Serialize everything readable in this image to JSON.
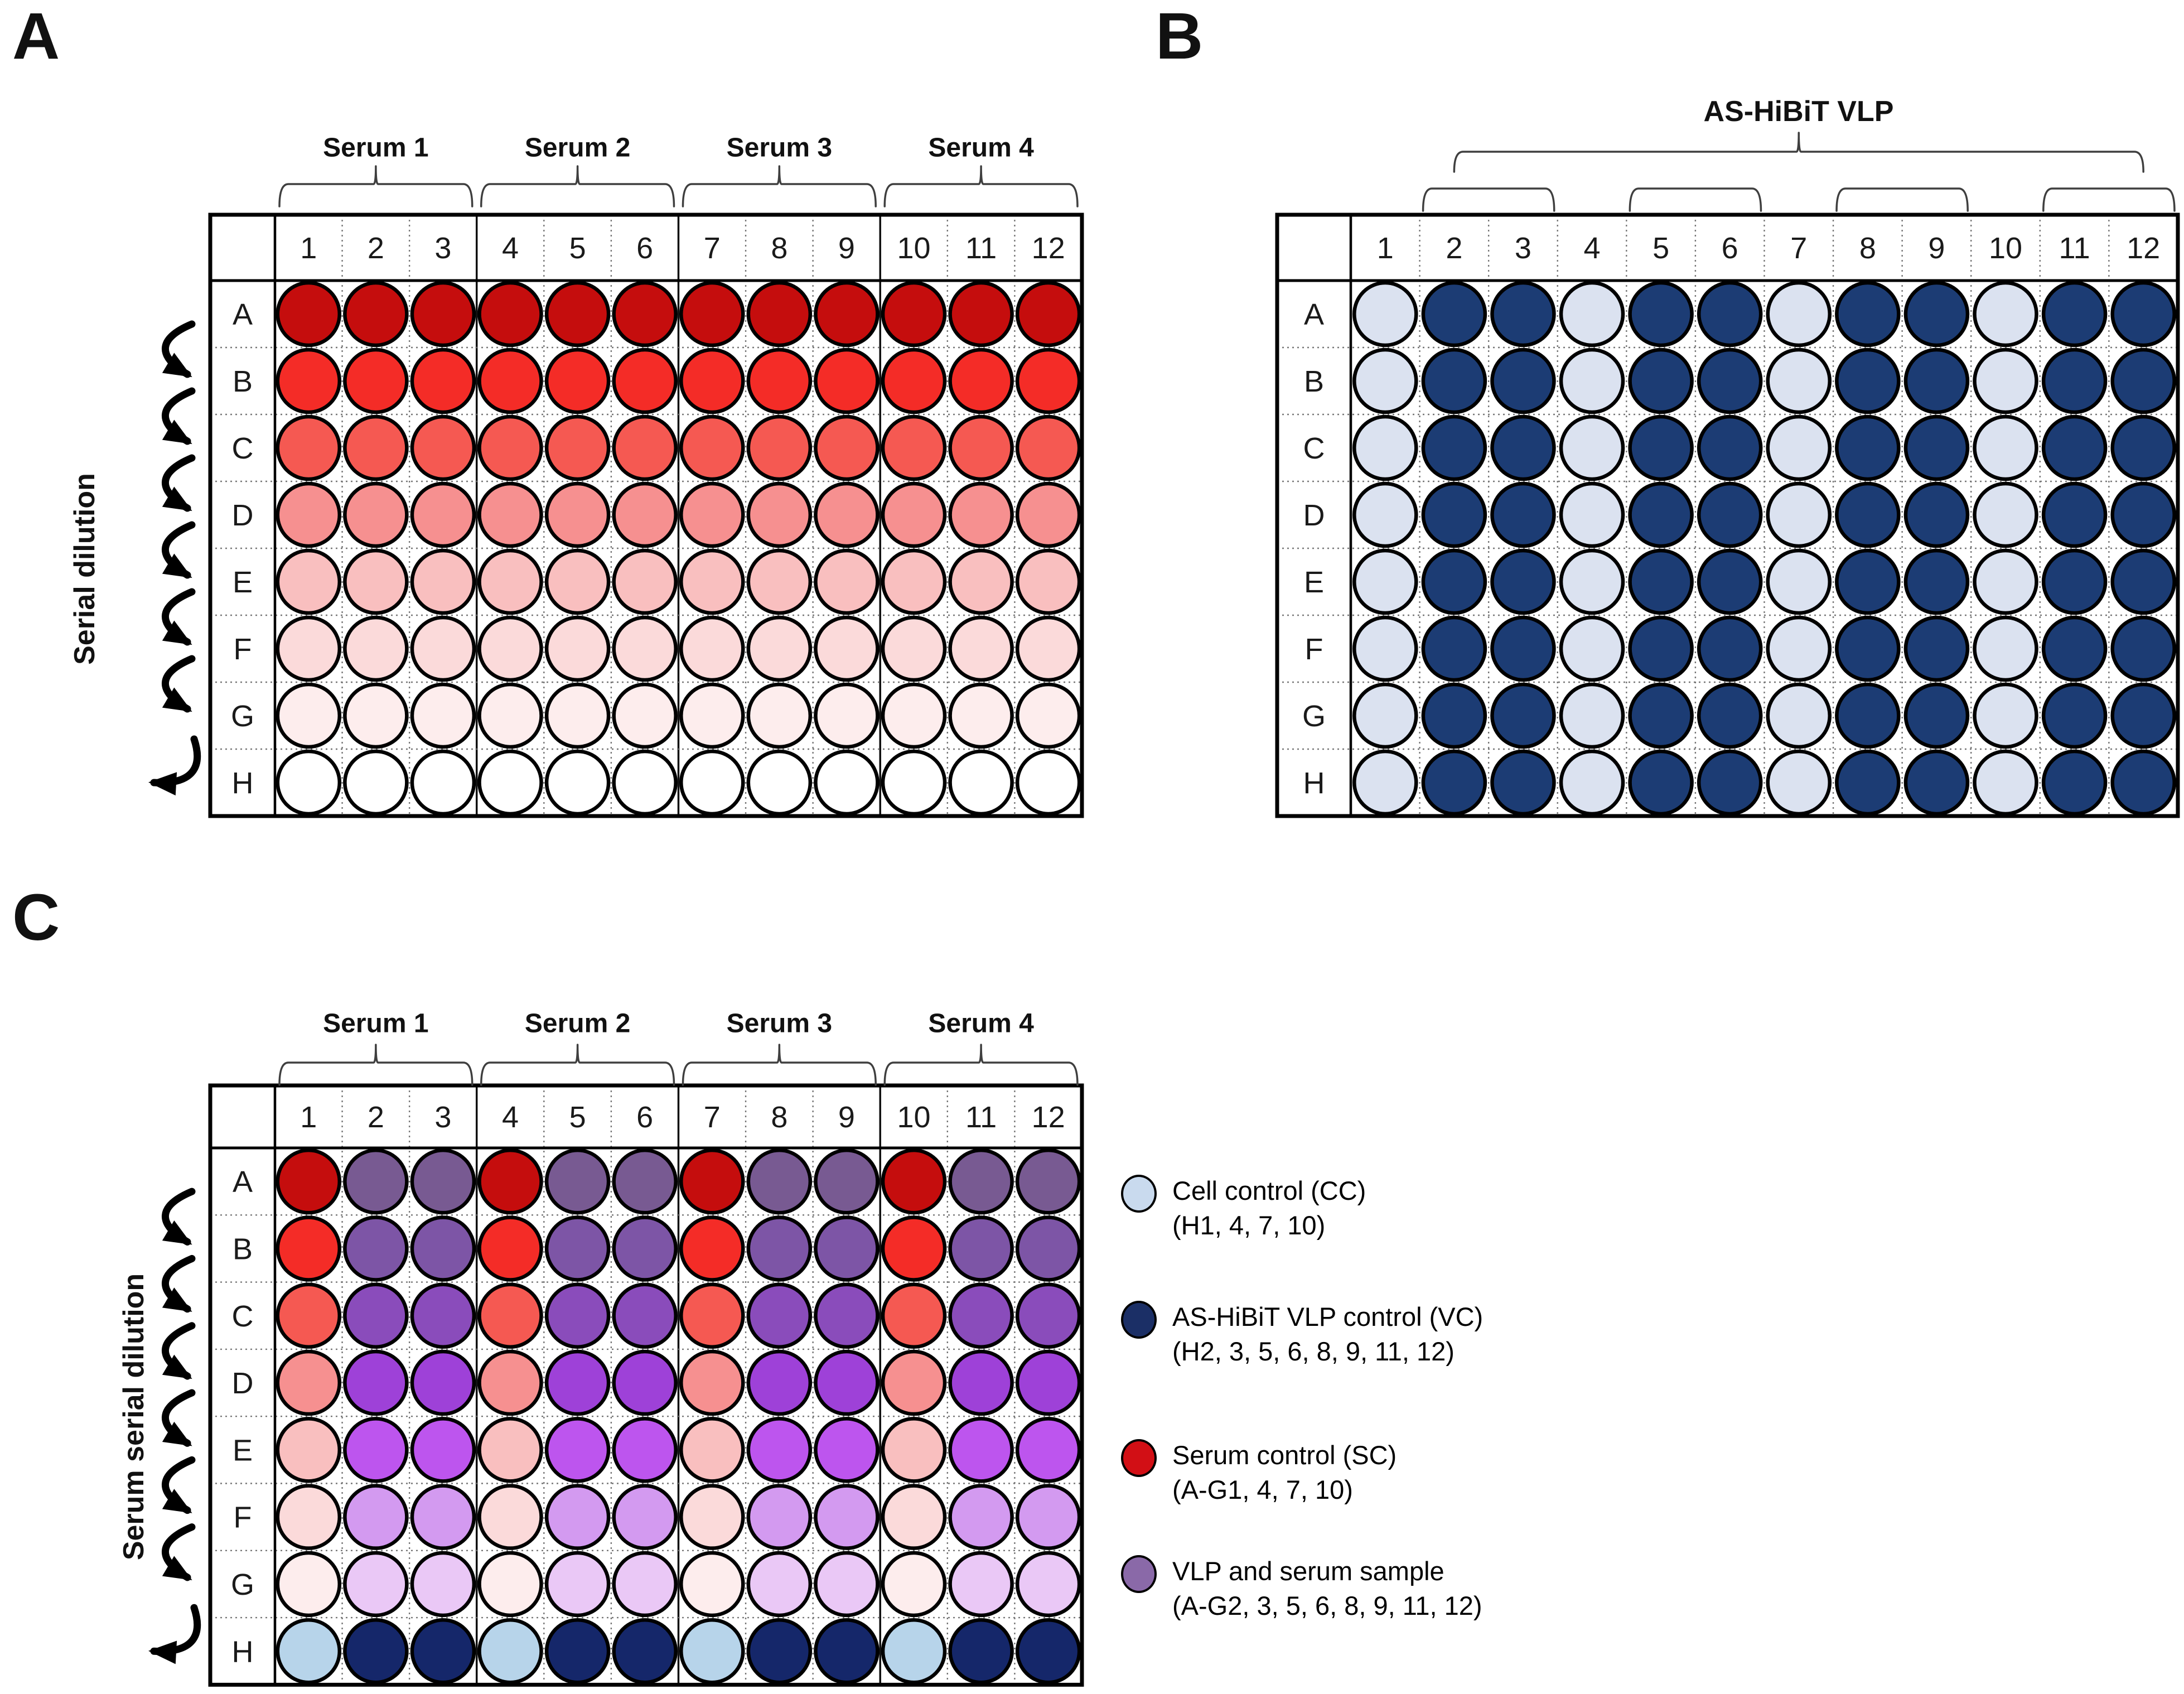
{
  "panel_a": {
    "panel_letter": "A",
    "side_label": "Serial dilution",
    "serum_groups": [
      "Serum 1",
      "Serum 2",
      "Serum 3",
      "Serum 4"
    ],
    "column_labels": [
      "1",
      "2",
      "3",
      "4",
      "5",
      "6",
      "7",
      "8",
      "9",
      "10",
      "11",
      "12"
    ],
    "row_labels": [
      "A",
      "B",
      "C",
      "D",
      "E",
      "F",
      "G",
      "H"
    ],
    "dilution_row_colors": [
      "#c50d0d",
      "#f42c27",
      "#f55952",
      "#f69090",
      "#f9bfbf",
      "#fbdada",
      "#fdeded",
      "#ffffff"
    ]
  },
  "panel_b": {
    "panel_letter": "B",
    "top_label": "AS-HiBiT VLP",
    "column_labels": [
      "1",
      "2",
      "3",
      "4",
      "5",
      "6",
      "7",
      "8",
      "9",
      "10",
      "11",
      "12"
    ],
    "row_labels": [
      "A",
      "B",
      "C",
      "D",
      "E",
      "F",
      "G",
      "H"
    ],
    "cell_control_columns": [
      "1",
      "4",
      "7",
      "10"
    ],
    "cell_control_color": "#dbe2f0",
    "vlp_color": "#1c3c74"
  },
  "panel_c": {
    "panel_letter": "C",
    "side_label": "Serum serial dilution",
    "serum_groups": [
      "Serum 1",
      "Serum 2",
      "Serum 3",
      "Serum 4"
    ],
    "column_labels": [
      "1",
      "2",
      "3",
      "4",
      "5",
      "6",
      "7",
      "8",
      "9",
      "10",
      "11",
      "12"
    ],
    "row_labels": [
      "A",
      "B",
      "C",
      "D",
      "E",
      "F",
      "G",
      "H"
    ],
    "serum_control_columns": [
      "1",
      "4",
      "7",
      "10"
    ],
    "serum_control_row_colors": [
      "#c50d0d",
      "#f42c27",
      "#f55952",
      "#f69090",
      "#f9bfbf",
      "#fbdada",
      "#fdeded"
    ],
    "vlp_serum_row_colors": [
      "#785a92",
      "#7d55a6",
      "#8a4cbb",
      "#9e41d8",
      "#bd55ee",
      "#d39af0",
      "#eac8f6"
    ],
    "h_row_cell_control_color": "#b7d4ea",
    "h_row_vlp_control_color": "#15276a"
  },
  "legend": {
    "items": [
      {
        "id": "cell-control",
        "color": "#c9daee",
        "label": "Cell control (CC)",
        "sublabel": "(H1, 4, 7, 10)"
      },
      {
        "id": "vlp-control",
        "color": "#1b2f66",
        "label": "AS-HiBiT VLP control (VC)",
        "sublabel": "(H2, 3, 5, 6, 8, 9, 11, 12)"
      },
      {
        "id": "serum-control",
        "color": "#d20f15",
        "label": "Serum control (SC)",
        "sublabel": "(A-G1, 4, 7, 10)"
      },
      {
        "id": "vlp-serum-sample",
        "color": "#8a69a8",
        "label": "VLP and serum sample",
        "sublabel": "(A-G2, 3, 5, 6, 8, 9, 11, 12)"
      }
    ]
  }
}
